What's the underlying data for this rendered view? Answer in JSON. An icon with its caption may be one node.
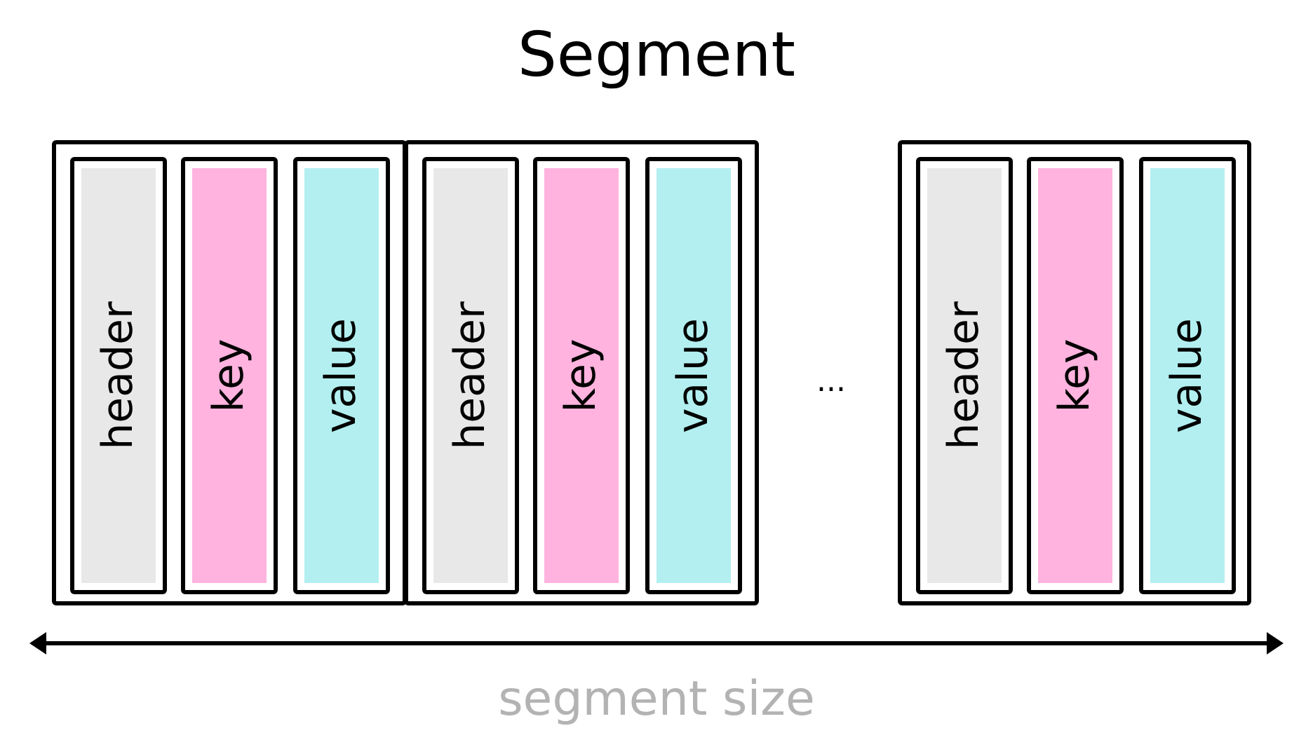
{
  "diagram": {
    "title": "Segment",
    "nodes": [
      {
        "text": [],
        "shape": "box"
      },
      {
        "text": [
          "header"
        ],
        "in": 0
      },
      {
        "text": [
          "key"
        ],
        "in": 0
      },
      {
        "text": [
          "value"
        ],
        "in": 0
      },
      {
        "text": [],
        "shape": "box"
      },
      {
        "text": [
          "header"
        ],
        "in": 4
      },
      {
        "text": [
          "key"
        ],
        "in": 4
      },
      {
        "text": [
          "value"
        ],
        "in": 4
      },
      {
        "text": [],
        "shape": "box"
      },
      {
        "text": [
          "header"
        ],
        "in": 8
      },
      {
        "text": [
          "key"
        ],
        "in": 8
      },
      {
        "text": [
          "value"
        ],
        "in": 8
      }
    ],
    "labels": [
      "...",
      "segment size"
    ]
  }
}
